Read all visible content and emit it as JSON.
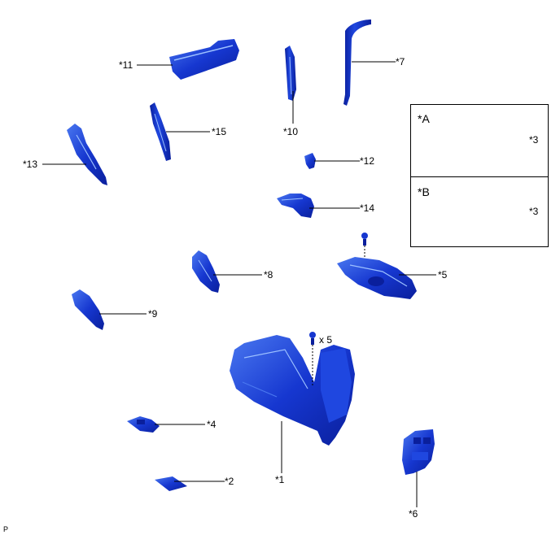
{
  "diagram": {
    "labels": {
      "part_1": "*1",
      "part_2": "*2",
      "part_4": "*4",
      "part_5": "*5",
      "part_6": "*6",
      "part_7": "*7",
      "part_8": "*8",
      "part_9": "*9",
      "part_10": "*10",
      "part_11": "*11",
      "part_12": "*12",
      "part_13": "*13",
      "part_14": "*14",
      "part_15": "*15",
      "screw_count": "x 5"
    },
    "inset": {
      "a_title": "*A",
      "a_part": "*3",
      "b_title": "*B",
      "b_part": "*3"
    },
    "corner_code": "P",
    "colors": {
      "part_dark": "#0a1f9c",
      "part_mid": "#1637d0",
      "part_light": "#4a78f0",
      "part_highlight": "#9cc0ff",
      "leader": "#000000"
    }
  }
}
